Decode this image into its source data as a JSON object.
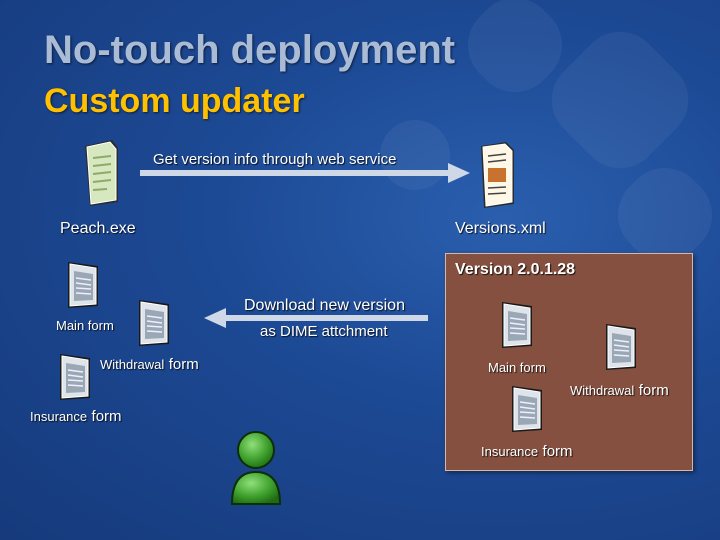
{
  "slide": {
    "title": "No-touch deployment",
    "subtitle": "Custom updater"
  },
  "top_flow": {
    "arrow_label": "Get version info through web service",
    "client_file": "Peach.exe",
    "server_file": "Versions.xml"
  },
  "download": {
    "line1": "Download new version",
    "line2": "as DIME attchment"
  },
  "client_forms": {
    "main": "Main form",
    "withdrawal": "Withdrawal",
    "withdrawal_suffix": "form",
    "insurance": "Insurance",
    "insurance_suffix": "form"
  },
  "server_version": {
    "label": "Version 2.0.1.28",
    "main": "Main form",
    "withdrawal": "Withdrawal",
    "withdrawal_suffix": "form",
    "insurance": "Insurance",
    "insurance_suffix": "form",
    "panel_color": "#85503f"
  },
  "icons": {
    "document": "document-icon",
    "form": "form-window-icon",
    "user": "user-icon"
  },
  "colors": {
    "title": "#aabbd6",
    "subtitle": "#ffc000",
    "arrow": "#cfd8e6"
  }
}
